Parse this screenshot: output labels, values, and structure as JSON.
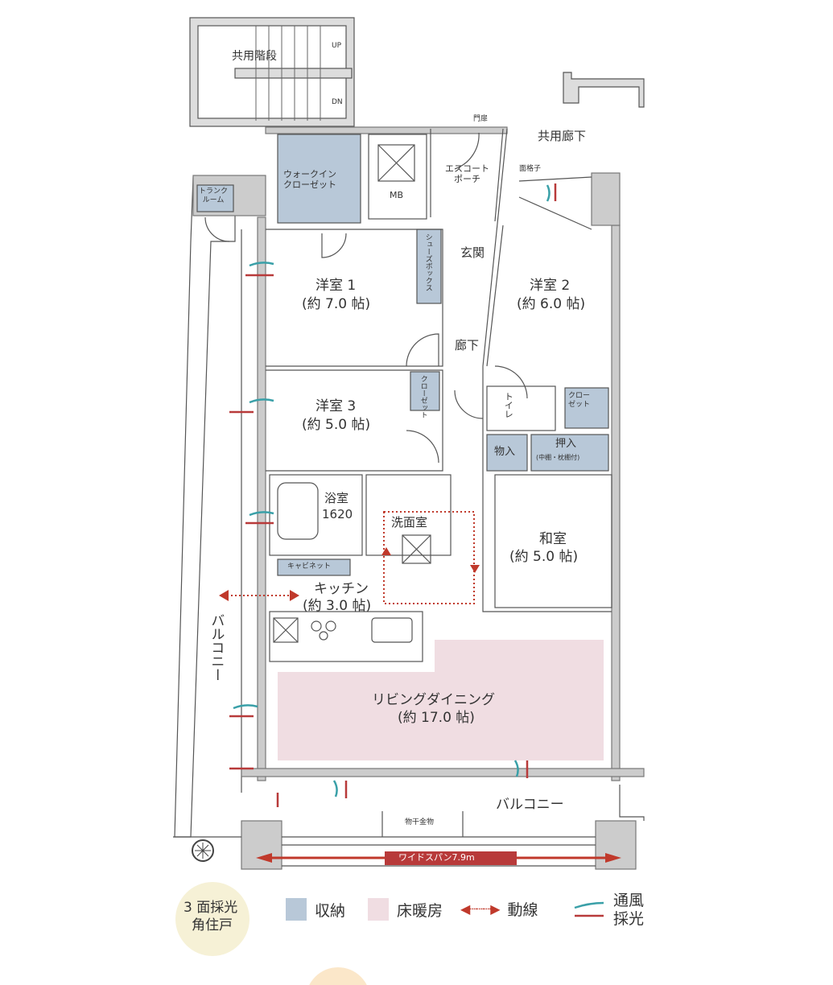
{
  "labels": {
    "stairs": "共用階段",
    "up": "UP",
    "dn": "DN",
    "gate": "門扉",
    "corridor": "共用廊下",
    "walkin": "ウォークイン\nクローゼット",
    "mb": "MB",
    "porch": "エスコート\nポーチ",
    "lattice": "面格子",
    "trunk": "トランク\nルーム",
    "shoebox": "シューズボックス",
    "entrance": "玄関",
    "room1": "洋室 1",
    "room1_size": "(約 7.0 帖)",
    "room2": "洋室 2",
    "room2_size": "(約 6.0 帖)",
    "room3": "洋室 3",
    "room3_size": "(約 5.0 帖)",
    "closet_r3": "クローゼット",
    "hallway": "廊下",
    "toilet": "トイレ",
    "closet": "クロー\nゼット",
    "storage": "物入",
    "oshiire": "押入",
    "oshiire_note": "(中棚・枕棚付)",
    "bath": "浴室",
    "bath_size": "1620",
    "washroom": "洗面室",
    "japanese": "和室",
    "japanese_size": "(約 5.0 帖)",
    "cabinet": "キャビネット",
    "kitchen": "キッチン",
    "kitchen_size": "(約 3.0 帖)",
    "living": "リビングダイニング",
    "living_size": "(約 17.0 帖)",
    "balcony_left": "バルコニー",
    "balcony_bottom": "バルコニー",
    "drying": "物干金物",
    "wide_span": "ワイドスパン7.9m"
  },
  "badge": {
    "line1": "3 面採光",
    "line2": "角住戸"
  },
  "legend": {
    "storage": "収納",
    "floor_heating": "床暖房",
    "flow": "動線",
    "ventilation": "通風",
    "lighting": "採光"
  },
  "colors": {
    "storage": "#b8c8d8",
    "floor_heating": "#f0dde2",
    "flow": "#c0392b",
    "wall": "#c8c8c8",
    "ventilation": "#3aa0a8",
    "badge": "#f6f1d6"
  }
}
